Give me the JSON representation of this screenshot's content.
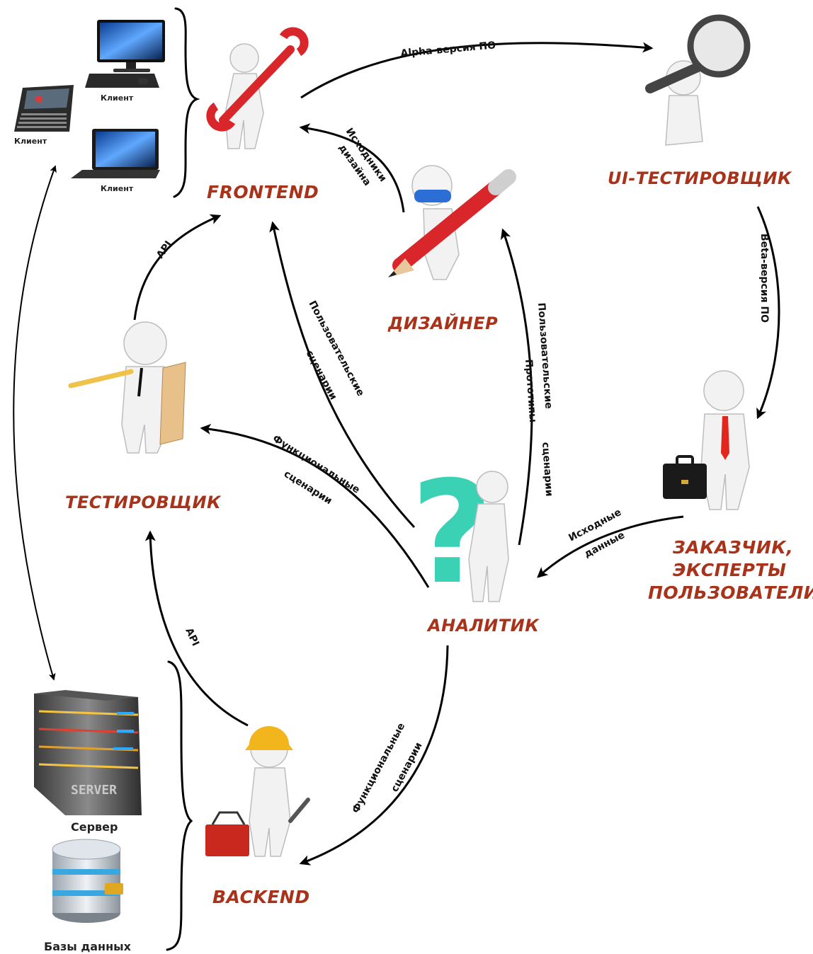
{
  "roles": {
    "frontend": "FRONTEND",
    "ui_tester": "UI-ТЕСТИРОВЩИК",
    "designer": "ДИЗАЙНЕР",
    "tester": "ТЕСТИРОВЩИК",
    "analyst": "АНАЛИТИК",
    "customer_line1": "ЗАКАЗЧИК,",
    "customer_line2": "ЭКСПЕРТЫ",
    "customer_line3": "ПОЛЬЗОВАТЕЛИ",
    "backend": "BACKEND"
  },
  "devices": {
    "client_1": "Клиент",
    "client_2": "Клиент",
    "client_3": "Клиент",
    "server": "Сервер",
    "server_plate": "SERVER",
    "databases": "Базы данных"
  },
  "edges": {
    "alpha": "Alpha-версия ПО",
    "beta": "Beta-версия ПО",
    "design_sources_1": "Исходники",
    "design_sources_2": "дизайна",
    "api_top": "API",
    "api_bottom": "API",
    "user_scenarios_fe_1": "Пользовательские",
    "user_scenarios_fe_2": "сценарии",
    "user_scenarios_des_1": "Пользовательские",
    "user_scenarios_des_2": "сценарии",
    "prototypes": "Прототипы",
    "func_scenarios_test_1": "Функциональные",
    "func_scenarios_test_2": "сценарии",
    "source_data_1": "Исходные",
    "source_data_2": "данные",
    "func_scenarios_be_1": "Функциональные",
    "func_scenarios_be_2": "сценарии"
  },
  "icons": {
    "frontend": "person-with-wrench-icon",
    "ui_tester": "person-with-magnifier-icon",
    "designer": "person-with-pencil-and-helmet-icon",
    "tester": "person-with-ruler-icon",
    "analyst": "person-with-question-mark-icon",
    "customer": "person-with-briefcase-icon",
    "backend": "person-with-hardhat-and-toolbox-icon",
    "server": "server-icon",
    "databases": "database-icon"
  },
  "colors": {
    "role_text": "#a8331a",
    "question_mark": "#3bd1b5",
    "pencil": "#d9262b",
    "hardhat": "#f2b51c",
    "tie": "#e3261d"
  }
}
